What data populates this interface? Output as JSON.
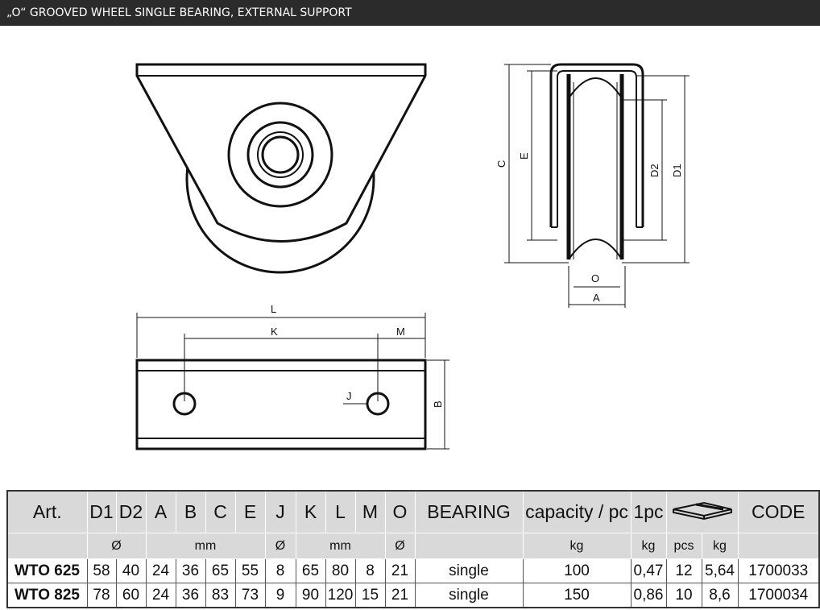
{
  "title": "„O“ GROOVED WHEEL SINGLE BEARING, EXTERNAL SUPPORT",
  "dimension_labels": {
    "L": "L",
    "K": "K",
    "M": "M",
    "J": "J",
    "B": "B",
    "C": "C",
    "E": "E",
    "D1": "D1",
    "D2": "D2",
    "O": "O",
    "A": "A"
  },
  "table": {
    "headers": [
      "Art.",
      "D1",
      "D2",
      "A",
      "B",
      "C",
      "E",
      "J",
      "K",
      "L",
      "M",
      "O",
      "BEARING",
      "capacity / pc",
      "1pc",
      "CODE"
    ],
    "package_icon": "package-box-icon",
    "units": {
      "d": "Ø",
      "mm1": "mm",
      "j": "Ø",
      "mm2": "mm",
      "o": "Ø",
      "capacity": "kg",
      "pc": "kg",
      "pcs": "pcs",
      "pkg": "kg"
    },
    "rows": [
      [
        "WTO 625",
        "58",
        "40",
        "24",
        "36",
        "65",
        "55",
        "8",
        "65",
        "80",
        "8",
        "21",
        "single",
        "100",
        "0,47",
        "12",
        "5,64",
        "1700033"
      ],
      [
        "WTO 825",
        "78",
        "60",
        "24",
        "36",
        "83",
        "73",
        "9",
        "90",
        "120",
        "15",
        "21",
        "single",
        "150",
        "0,86",
        "10",
        "8,6",
        "1700034"
      ]
    ]
  }
}
